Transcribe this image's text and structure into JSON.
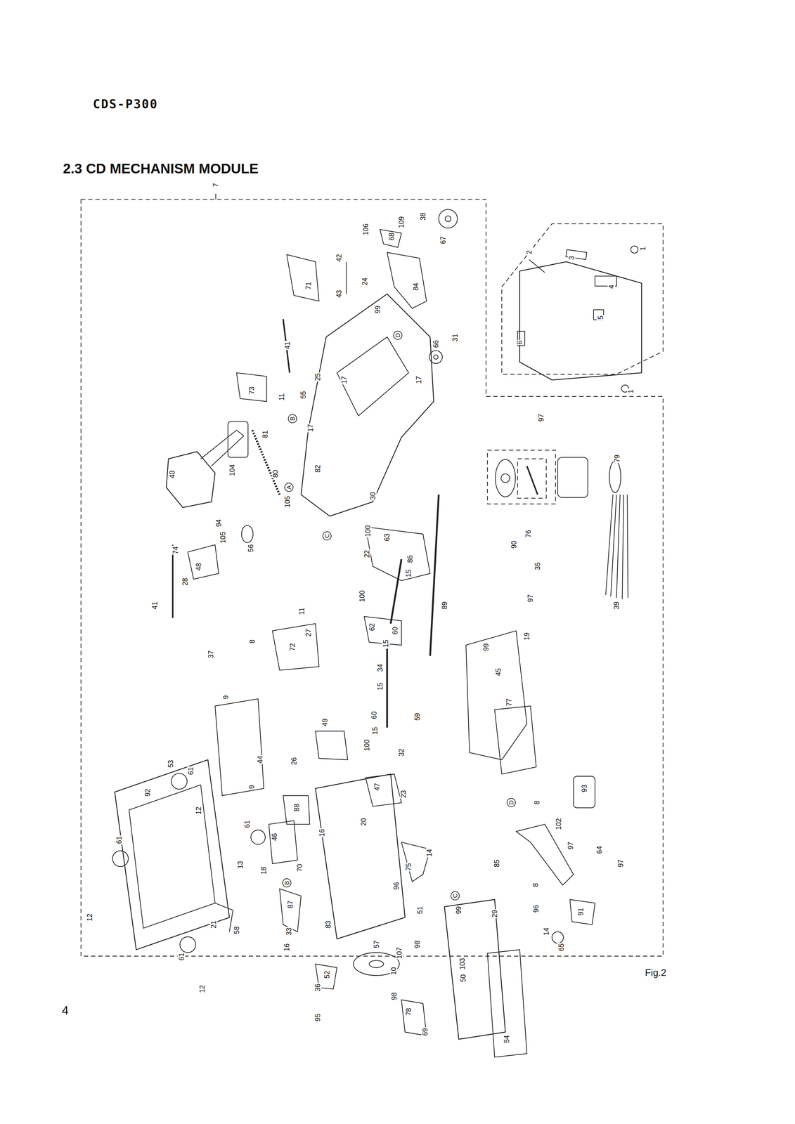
{
  "diagram": {
    "title": "2.3 CD MECHANISM MODULE",
    "caption": "Fig.2",
    "labels": [
      "CDS-P300",
      "4",
      "7",
      "2",
      "1",
      "3",
      "4",
      "5",
      "6",
      "1",
      "106",
      "68",
      "109",
      "38",
      "67",
      "42",
      "24",
      "43",
      "84",
      "99",
      "71",
      "41",
      "D",
      "31",
      "66",
      "17",
      "25",
      "55",
      "11",
      "73",
      "17",
      "B",
      "17",
      "81",
      "80",
      "82",
      "A",
      "104",
      "105",
      "40",
      "30",
      "94",
      "105",
      "56",
      "C",
      "100",
      "63",
      "22",
      "100",
      "86",
      "15",
      "74",
      "48",
      "28",
      "41",
      "62",
      "60",
      "15",
      "34",
      "15",
      "60",
      "15",
      "100",
      "89",
      "11",
      "27",
      "72",
      "37",
      "8",
      "9",
      "19",
      "99",
      "45",
      "59",
      "32",
      "77",
      "49",
      "26",
      "44",
      "53",
      "61",
      "9",
      "92",
      "47",
      "23",
      "88",
      "16",
      "20",
      "D",
      "8",
      "93",
      "102",
      "97",
      "64",
      "97",
      "12",
      "61",
      "46",
      "61",
      "70",
      "18",
      "13",
      "14",
      "75",
      "96",
      "85",
      "8",
      "B",
      "C",
      "12",
      "21",
      "58",
      "87",
      "33",
      "16",
      "83",
      "51",
      "99",
      "29",
      "96",
      "91",
      "14",
      "65",
      "57",
      "107",
      "98",
      "103",
      "10",
      "98",
      "78",
      "69",
      "50",
      "54",
      "52",
      "36",
      "95",
      "61",
      "12",
      "90",
      "76",
      "35",
      "97",
      "97",
      "79",
      "39"
    ]
  }
}
